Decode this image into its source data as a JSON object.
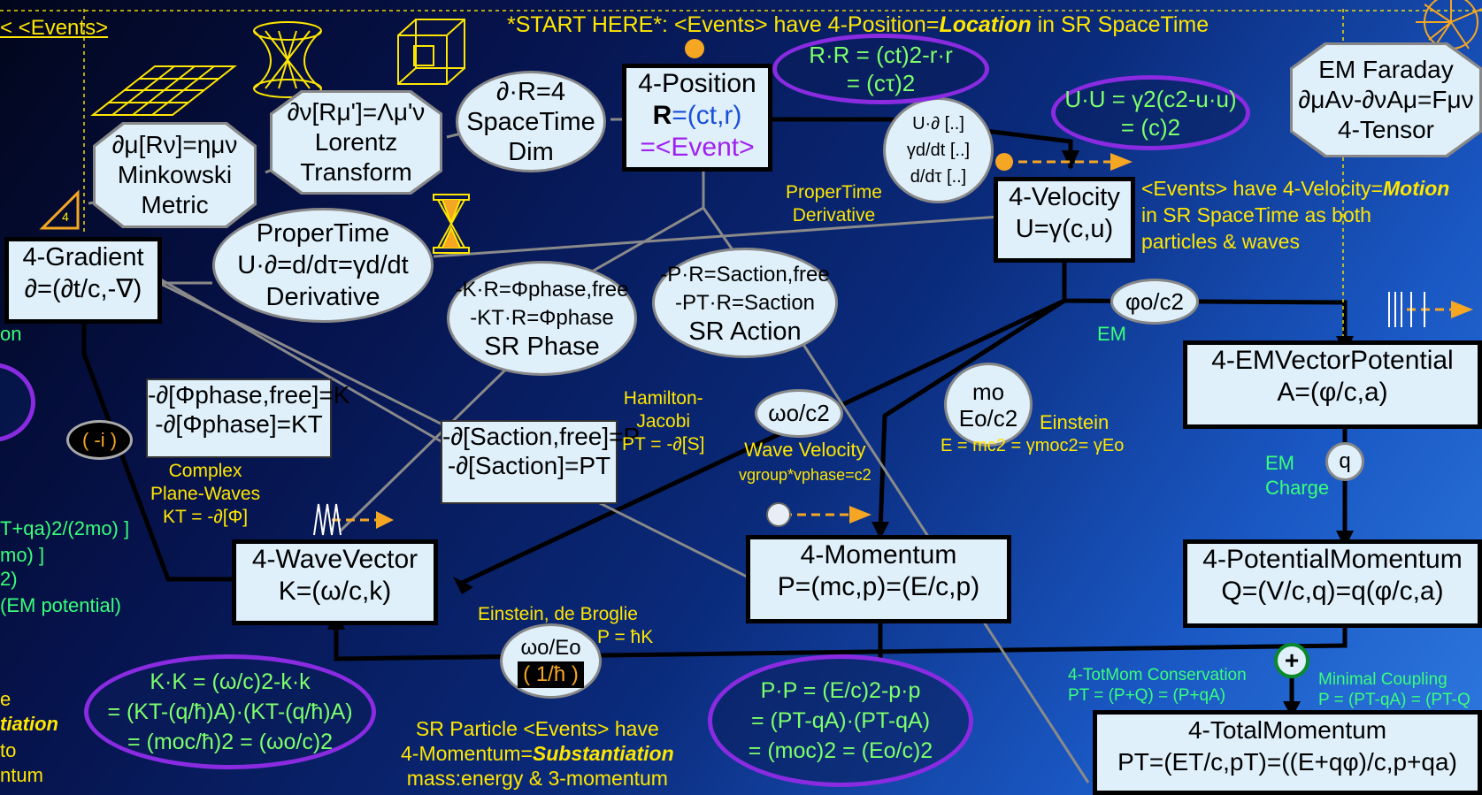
{
  "title": "*START HERE*: <Events> have 4-Position=",
  "title_em": "Location",
  "title_tail": " in SR SpaceTime",
  "corner_events": "< <Events>",
  "position": {
    "name": "4-Position",
    "r_label": "R",
    "eq": "=(ct,r)",
    "event": "=<Event>"
  },
  "velocity": {
    "name": "4-Velocity",
    "label": "U=γ(c,u)"
  },
  "gradient": {
    "name": "4-Gradient",
    "label": "∂=(∂t/c,-∇)"
  },
  "wavevector": {
    "name": "4-WaveVector",
    "label": "K=(ω/c,k)"
  },
  "momentum": {
    "name": "4-Momentum",
    "label": "P=(mc,p)=(E/c,p)"
  },
  "emvp": {
    "name": "4-EMVectorPotential",
    "label": "A=(φ/c,a)"
  },
  "potmom": {
    "name": "4-PotentialMomentum",
    "label": "Q=(V/c,q)=q(φ/c,a)"
  },
  "totmom": {
    "name": "4-TotalMomentum",
    "label": "PT=(ET/c,pT)=((E+qφ)/c,p+qa)"
  },
  "spacetime_dim": [
    "∂·R=4",
    "SpaceTime",
    "Dim"
  ],
  "lorentz": [
    "∂ν[Rμ']=Λμ'ν",
    "Lorentz",
    "Transform"
  ],
  "minkowski": [
    "∂μ[Rν]=ημν",
    "Minkowski",
    "Metric"
  ],
  "faraday": [
    "EM Faraday",
    "∂μAν-∂νAμ=Fμν",
    "4-Tensor"
  ],
  "propertime": [
    "ProperTime",
    "U·∂=d/dτ=γd/dt",
    "Derivative"
  ],
  "derivs": [
    "U·∂ [..]",
    "γd/dt [..]",
    "d/dτ [..]"
  ],
  "sr_phase": [
    "-K·R=Φphase,free",
    "-KT·R=Φphase",
    "SR Phase"
  ],
  "sr_action": [
    "-P·R=Saction,free",
    "-PT·R=Saction",
    "SR Action"
  ],
  "phase_grad": [
    "-∂[Φphase,free]=K",
    "-∂[Φphase]=KT"
  ],
  "action_grad": [
    "-∂[Saction,free]=P",
    "-∂[Saction]=PT"
  ],
  "rr": [
    "R·R = (ct)2-r·r",
    "= (cτ)2"
  ],
  "uu": [
    "U·U = γ2(c2-u·u)",
    "= (c)2"
  ],
  "kk": [
    "K·K = (ω/c)2-k·k",
    "= (KT-(q/ħ)A)·(KT-(q/ħ)A)",
    "= (moc/ħ)2 = (ωo/c)2"
  ],
  "pp": [
    "P·P = (E/c)2-p·p",
    "= (PT-qA)·(PT-qA)",
    "= (moc)2 = (Eo/c)2"
  ],
  "labels": {
    "proper_deriv": [
      "ProperTime",
      "Derivative"
    ],
    "events_vel": [
      "<Events> have 4-Velocity=",
      "Motion",
      "in SR SpaceTime as both",
      "particles & waves"
    ],
    "phi_c2": "φo/c2",
    "em": "EM",
    "mo_eo": [
      "mo",
      "Eo/c2"
    ],
    "einstein": "Einstein",
    "e_mc2": "E = mc2 = γmoc2= γEo",
    "omega_c2": "ωo/c2",
    "wave_vel": [
      "Wave Velocity",
      "vgroup*vphase=c2"
    ],
    "hamilton": [
      "Hamilton-",
      "Jacobi",
      "PT = -∂[S]"
    ],
    "complex": [
      "Complex",
      "Plane-Waves",
      "KT = -∂[Φ]"
    ],
    "minus_i": "( -i )",
    "q": "q",
    "em_charge": [
      "EM",
      "Charge"
    ],
    "debroglie": [
      "Einstein, de Broglie",
      "P = ħK"
    ],
    "omega_eo": "ωo/Eo",
    "one_hbar": "( 1/ħ )",
    "plus": "+",
    "totmom_cons": [
      "4-TotMom Conservation",
      "PT = (P+Q) = (P+qA)"
    ],
    "minimal": [
      "Minimal Coupling",
      "P = (PT-qA) = (PT-Q"
    ],
    "particle": [
      "SR Particle <Events> have",
      "4-Momentum=",
      "Substantiation",
      "mass:energy & 3-momentum"
    ],
    "left_edge": [
      "on",
      "T+qa)2/(2mo) ]",
      "mo) ]",
      "2)",
      "(EM potential)",
      "e",
      "tiation",
      "to",
      "ntum"
    ]
  },
  "colors": {
    "yellow": "#ffe600",
    "green": "#7dff6a",
    "orange": "#f5a623",
    "purple": "#8a2be2",
    "blue": "#1a4fd8",
    "red": "#ff2a2a"
  }
}
